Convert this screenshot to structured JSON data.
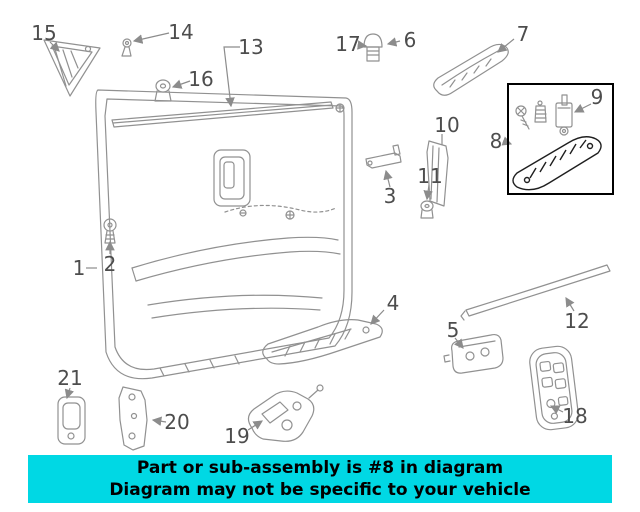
{
  "diagram": {
    "callout_color": "#4d4d4d",
    "line_color": "#8c8c8c",
    "highlight": {
      "box_part_numbers": [
        "8",
        "9"
      ],
      "border_color": "#000000",
      "selected_part_number": "8"
    },
    "callouts": [
      {
        "number": "1",
        "icon": "door-trim-panel-icon"
      },
      {
        "number": "2",
        "icon": "retainer-clip-icon"
      },
      {
        "number": "3",
        "icon": "door-check-icon"
      },
      {
        "number": "4",
        "icon": "armrest-trim-icon"
      },
      {
        "number": "5",
        "icon": "switch-icon"
      },
      {
        "number": "6",
        "icon": "lock-knob-icon"
      },
      {
        "number": "7",
        "icon": "trim-strip-icon"
      },
      {
        "number": "8",
        "icon": "pull-handle-bracket-icon"
      },
      {
        "number": "9",
        "icon": "lock-cylinder-icon"
      },
      {
        "number": "10",
        "icon": "bracket-icon"
      },
      {
        "number": "11",
        "icon": "grommet-icon"
      },
      {
        "number": "12",
        "icon": "trim-molding-icon"
      },
      {
        "number": "13",
        "icon": "belt-molding-icon"
      },
      {
        "number": "14",
        "icon": "clip-icon"
      },
      {
        "number": "15",
        "icon": "mirror-trim-triangle-icon"
      },
      {
        "number": "16",
        "icon": "grommet-icon"
      },
      {
        "number": "17",
        "icon": "knob-icon"
      },
      {
        "number": "18",
        "icon": "window-switch-panel-icon"
      },
      {
        "number": "19",
        "icon": "seat-switch-icon"
      },
      {
        "number": "20",
        "icon": "mounting-bracket-icon"
      },
      {
        "number": "21",
        "icon": "control-module-icon"
      }
    ]
  },
  "banner": {
    "line1": "Part or sub-assembly is #8 in diagram",
    "line2": "Diagram may not be specific to your vehicle",
    "background_color": "#00d8e4",
    "text_color": "#000000"
  }
}
